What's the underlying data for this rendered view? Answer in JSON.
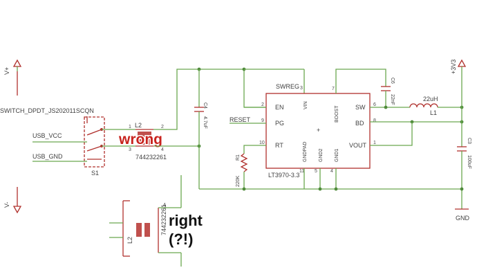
{
  "power_labels": {
    "v_plus": "V+",
    "v_minus": "V-",
    "plus_3v3": "+3V3",
    "gnd": "GND"
  },
  "switch": {
    "part": "SWITCH_DPDT_JS202011SCQN",
    "ref": "S1",
    "net_vcc": "USB_VCC",
    "net_gnd": "USB_GND"
  },
  "choke": {
    "ref": "L2",
    "part": "744232261",
    "pins": [
      "1",
      "2",
      "3",
      "4"
    ]
  },
  "ic": {
    "label": "SWREG",
    "part": "LT3970-3.3",
    "left_pins": [
      {
        "name": "EN",
        "num": "2"
      },
      {
        "name": "PG",
        "num": "9"
      },
      {
        "name": "RT",
        "num": "10"
      }
    ],
    "top_pins": [
      {
        "name": "VIN",
        "num": "3"
      },
      {
        "name": "BOOST",
        "num": "7"
      }
    ],
    "right_pins": [
      {
        "name": "SW",
        "num": "6"
      },
      {
        "name": "BD",
        "num": "8"
      },
      {
        "name": "VOUT",
        "num": "1"
      }
    ],
    "bottom_pins": [
      {
        "name": "GNDPAD",
        "num": "11"
      },
      {
        "name": "GND2",
        "num": "5"
      },
      {
        "name": "GND1",
        "num": "4"
      }
    ]
  },
  "net_reset": "RESET",
  "components": {
    "c4": {
      "ref": "C4",
      "value": "4.7uF"
    },
    "c6": {
      "ref": "C6",
      "value": "22nF"
    },
    "c3": {
      "ref": "C3",
      "value": "100uF"
    },
    "r1": {
      "ref": "R1",
      "value": "220K"
    },
    "l1": {
      "ref": "L1",
      "value": "22uH"
    }
  },
  "annotations": {
    "wrong": "wrong",
    "right_line1": "right",
    "right_line2": "(?!)"
  },
  "colors": {
    "wire": "#6aa84f",
    "symbol": "#b0302c",
    "wrong_text": "#c8231e"
  }
}
